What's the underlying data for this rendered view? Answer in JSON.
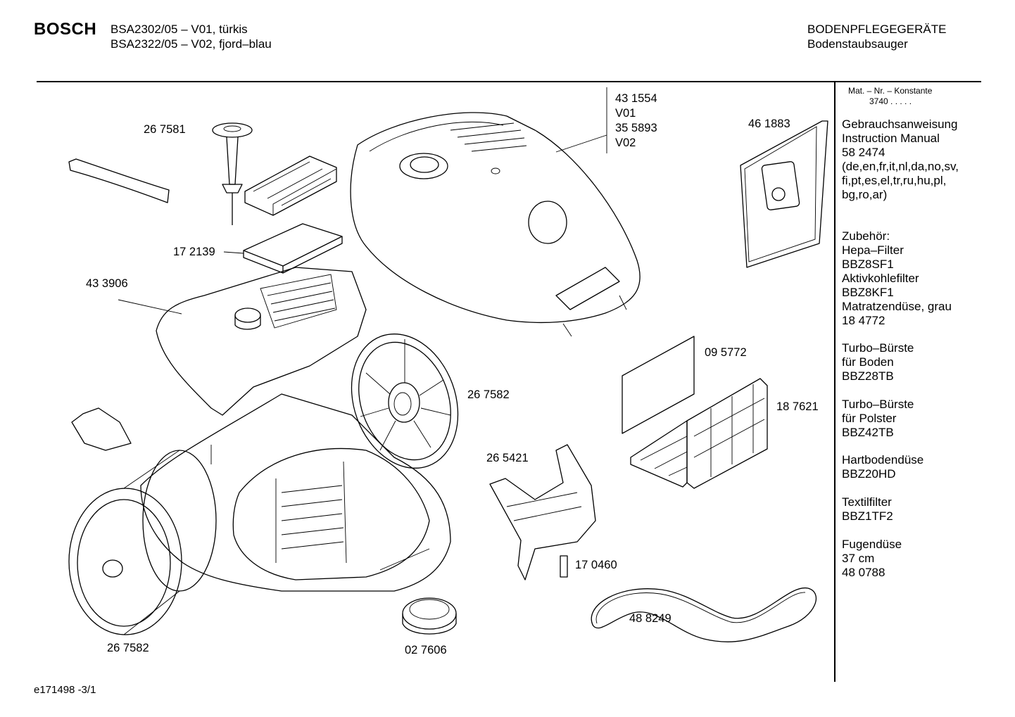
{
  "header": {
    "brand": "BOSCH",
    "model_line_1": "BSA2302/05 – V01, türkis",
    "model_line_2": "BSA2322/05 – V02, fjord–blau",
    "category_line_1": "BODENPFLEGEGERÄTE",
    "category_line_2": "Bodenstaubsauger"
  },
  "parts": {
    "housing_ref": "43 1554",
    "housing_v01": "V01",
    "housing_ref_2": "35 5893",
    "housing_v02": "V02",
    "bag": "46 1883",
    "holder": "26 7581",
    "filter_pad": "17 2139",
    "top_frame": "43 3906",
    "wheel_right": "26 7582",
    "filter_sheet": "09 5772",
    "filter_frame": "18 7621",
    "bracket": "26 5421",
    "small_part": "17 0460",
    "belt": "48 8249",
    "wheel_left": "26 7582",
    "ring": "02 7606"
  },
  "sidebar": {
    "matnr_title": "Mat. – Nr. – Konstante",
    "matnr_value": "3740  .  .  .  .  .",
    "manual_lines": [
      "Gebrauchsanweisung",
      "Instruction Manual",
      "58 2474",
      "(de,en,fr,it,nl,da,no,sv,",
      "fi,pt,es,el,tr,ru,hu,pl,",
      "bg,ro,ar)"
    ],
    "accessories_lines": [
      "Zubehör:",
      "Hepa–Filter",
      "BBZ8SF1",
      "Aktivkohlefilter",
      "BBZ8KF1",
      "Matratzendüse, grau",
      "18 4772"
    ],
    "turbo_boden_lines": [
      "Turbo–Bürste",
      "für Boden",
      "BBZ28TB"
    ],
    "turbo_polster_lines": [
      "Turbo–Bürste",
      "für Polster",
      "BBZ42TB"
    ],
    "hartboden_lines": [
      "Hartbodendüse",
      "BBZ20HD"
    ],
    "textil_lines": [
      "Textilfilter",
      "BBZ1TF2"
    ],
    "fugen_lines": [
      "Fugendüse",
      "37 cm",
      "48 0788"
    ]
  },
  "footer": {
    "doc_id": "e171498 -3/1"
  }
}
